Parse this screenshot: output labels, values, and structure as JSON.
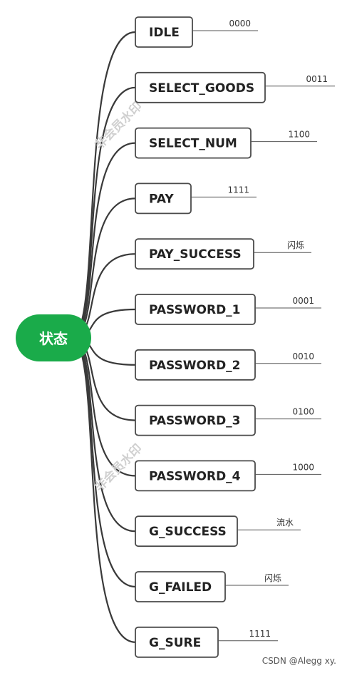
{
  "root": {
    "label": "状态",
    "color": "#1aab4a"
  },
  "nodes": [
    {
      "label": "IDLE",
      "code": "0000"
    },
    {
      "label": "SELECT_GOODS",
      "code": "0011"
    },
    {
      "label": "SELECT_NUM",
      "code": "1100"
    },
    {
      "label": "PAY",
      "code": "1111"
    },
    {
      "label": "PAY_SUCCESS",
      "code": "闪烁"
    },
    {
      "label": "PASSWORD_1",
      "code": "0001"
    },
    {
      "label": "PASSWORD_2",
      "code": "0010"
    },
    {
      "label": "PASSWORD_3",
      "code": "0100"
    },
    {
      "label": "PASSWORD_4",
      "code": "1000"
    },
    {
      "label": "G_SUCCESS",
      "code": "流水"
    },
    {
      "label": "G_FAILED",
      "code": "闪烁"
    },
    {
      "label": "G_SURE",
      "code": "1111"
    }
  ],
  "watermarks": [
    "非会员水印",
    "非会员水印"
  ],
  "credit": "CSDN @Alegg xy."
}
